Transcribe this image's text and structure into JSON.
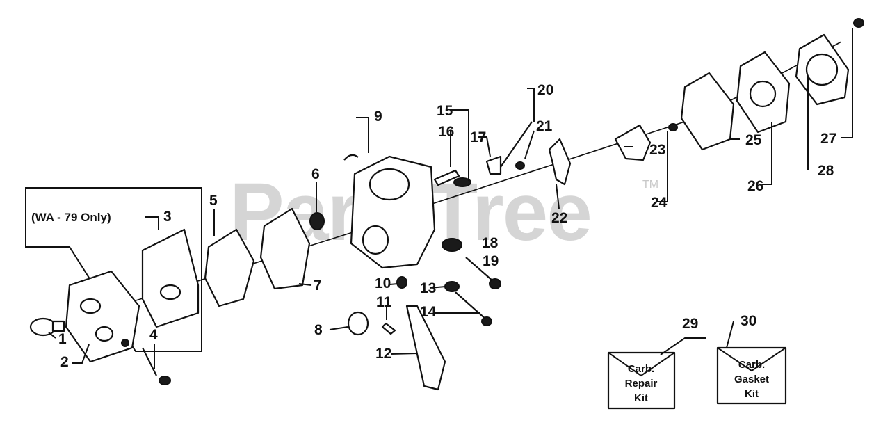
{
  "diagram": {
    "watermark": "PartsTree",
    "watermark_tm": "TM",
    "note": "(WA - 79 Only)",
    "callouts": [
      "1",
      "2",
      "3",
      "4",
      "5",
      "6",
      "7",
      "8",
      "9",
      "10",
      "11",
      "12",
      "13",
      "14",
      "15",
      "16",
      "17",
      "18",
      "19",
      "20",
      "21",
      "22",
      "23",
      "24",
      "25",
      "26",
      "27",
      "28",
      "29",
      "30"
    ],
    "kits": [
      {
        "number": "29",
        "lines": [
          "Carb.",
          "Repair",
          "Kit"
        ]
      },
      {
        "number": "30",
        "lines": [
          "Carb.",
          "Gasket",
          "Kit"
        ]
      }
    ],
    "colors": {
      "ink": "#111111",
      "watermark": "#c8c8c8",
      "background": "#ffffff"
    }
  }
}
